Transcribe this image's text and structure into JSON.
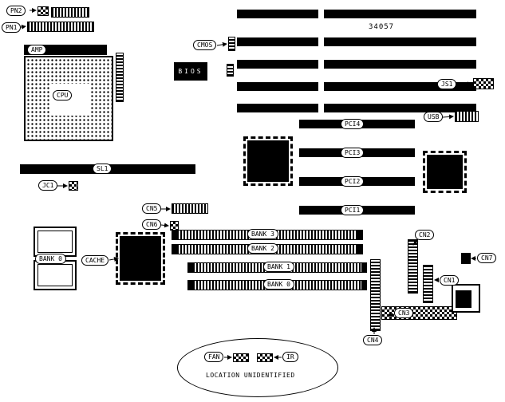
{
  "diagram": {
    "part_number": "34057",
    "note": "LOCATION UNIDENTIFIED",
    "colors": {
      "ink": "#000000",
      "background": "#ffffff"
    },
    "labels": {
      "pn2": "PN2",
      "pn1": "PN1",
      "amp": "AMP",
      "cpu": "CPU",
      "cmos": "CMOS",
      "bios": "BIOS",
      "js1": "JS1",
      "usb": "USB",
      "pci4": "PCI4",
      "pci3": "PCI3",
      "pci2": "PCI2",
      "pci1": "PCI1",
      "sl1": "SL1",
      "jc1": "JC1",
      "cn1": "CN1",
      "cn2": "CN2",
      "cn3": "CN3",
      "cn4": "CN4",
      "cn5": "CN5",
      "cn6": "CN6",
      "cn7": "CN7",
      "bank0": "BANK 0",
      "bank1": "BANK 1",
      "bank2": "BANK 2",
      "bank3": "BANK 3",
      "cache": "CACHE",
      "fan": "FAN",
      "ir": "IR"
    }
  }
}
